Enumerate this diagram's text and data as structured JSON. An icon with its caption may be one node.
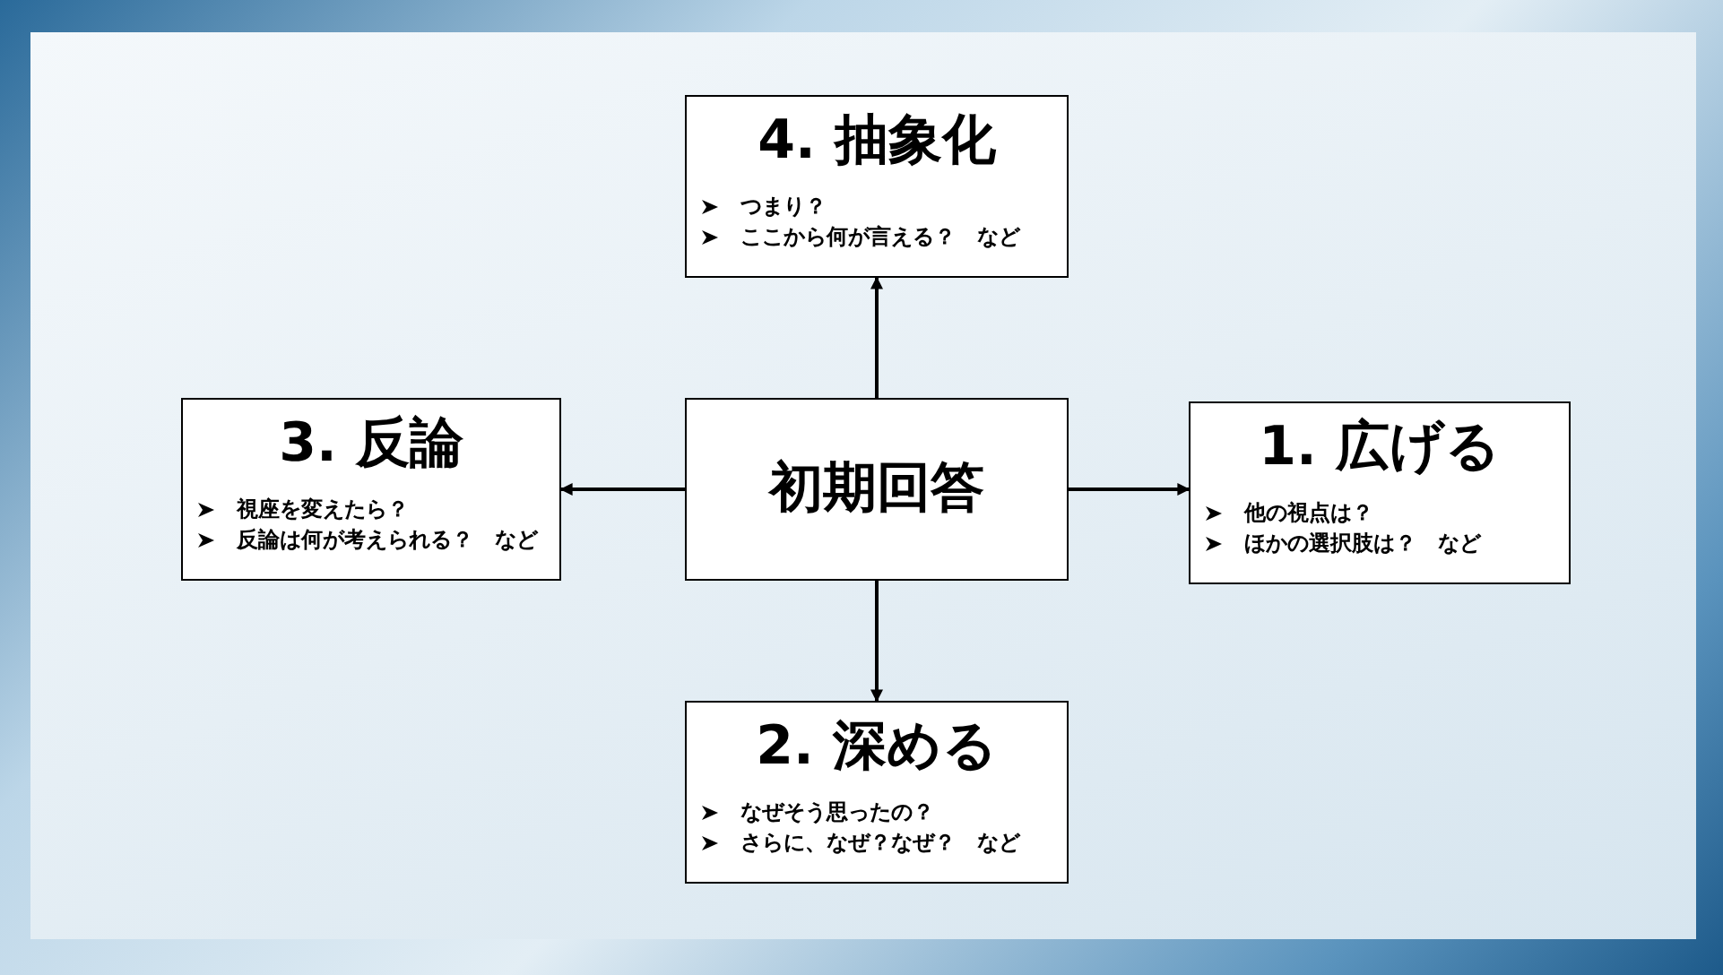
{
  "diagram": {
    "nodes": [
      {
        "text": [
          "4. 抽象化",
          "つまり？",
          "ここから何が言える？　など"
        ]
      },
      {
        "text": [
          "3. 反論",
          "視座を変えたら？",
          "反論は何が考えられる？　など"
        ]
      },
      {
        "text": [
          "初期回答"
        ]
      },
      {
        "text": [
          "1. 広げる",
          "他の視点は？",
          "ほかの選択肢は？　など"
        ]
      },
      {
        "text": [
          "2. 深める",
          "なぜそう思ったの？",
          "さらに、なぜ？なぜ？　など"
        ]
      }
    ],
    "edges": [
      {
        "from": 2,
        "to": 3,
        "arrow": "to"
      },
      {
        "from": 2,
        "to": 4,
        "arrow": "to"
      },
      {
        "from": 2,
        "to": 1,
        "arrow": "to"
      },
      {
        "from": 2,
        "to": 0,
        "arrow": "to"
      }
    ]
  }
}
